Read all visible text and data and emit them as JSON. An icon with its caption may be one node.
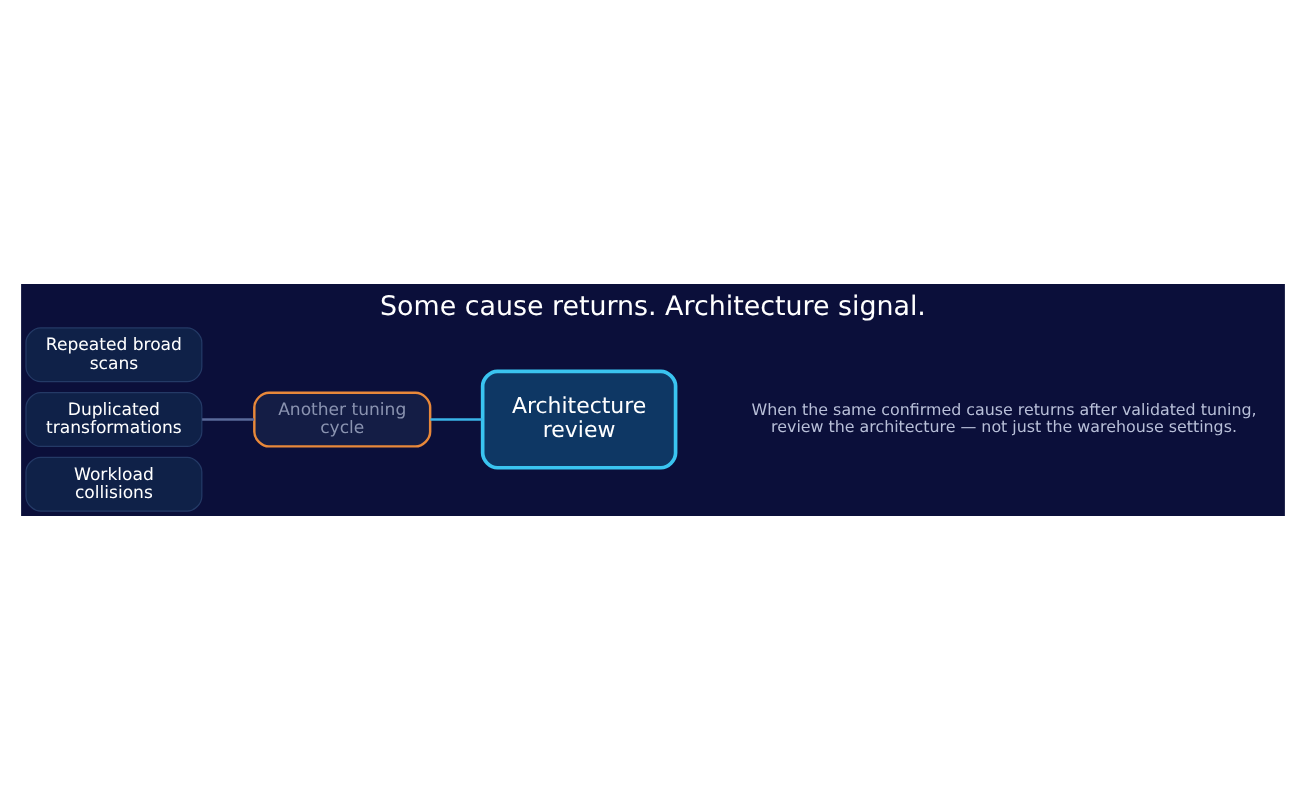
{
  "diagram": {
    "title": "Some cause returns. Architecture signal.",
    "caption": "When the same confirmed cause returns after validated tuning, review the architecture — not just the warehouse settings.",
    "nodes": [
      {
        "text": [
          "Repeated broad scans"
        ]
      },
      {
        "text": [
          "Duplicated transformations"
        ]
      },
      {
        "text": [
          "Workload collisions"
        ]
      },
      {
        "text": [
          "Another tuning cycle"
        ]
      },
      {
        "text": [
          "Architecture review"
        ]
      }
    ],
    "edges": [
      {
        "from": 1,
        "to": 3,
        "arrow": "none",
        "color": "#5a6a9a"
      },
      {
        "from": 3,
        "to": 4,
        "arrow": "none",
        "color": "#3ab4e8"
      }
    ]
  }
}
